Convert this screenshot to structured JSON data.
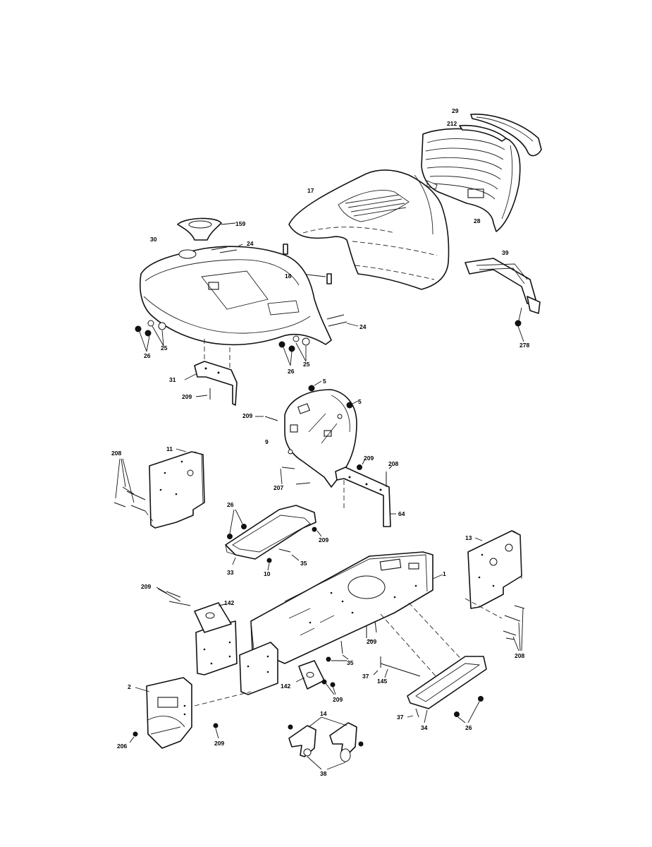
{
  "diagram": {
    "callouts": [
      {
        "id": "c29",
        "text": "29"
      },
      {
        "id": "c212",
        "text": "212"
      },
      {
        "id": "c17",
        "text": "17"
      },
      {
        "id": "c28",
        "text": "28"
      },
      {
        "id": "c159",
        "text": "159"
      },
      {
        "id": "c24a",
        "text": "24"
      },
      {
        "id": "c30",
        "text": "30"
      },
      {
        "id": "c18",
        "text": "18"
      },
      {
        "id": "c39",
        "text": "39"
      },
      {
        "id": "c24b",
        "text": "24"
      },
      {
        "id": "c278",
        "text": "278"
      },
      {
        "id": "c26a",
        "text": "26"
      },
      {
        "id": "c25a",
        "text": "25"
      },
      {
        "id": "c26b",
        "text": "26"
      },
      {
        "id": "c25b",
        "text": "25"
      },
      {
        "id": "c31",
        "text": "31"
      },
      {
        "id": "c209a",
        "text": "209"
      },
      {
        "id": "c5a",
        "text": "5"
      },
      {
        "id": "c5b",
        "text": "5"
      },
      {
        "id": "c209b",
        "text": "209"
      },
      {
        "id": "c9",
        "text": "9"
      },
      {
        "id": "c208a",
        "text": "208"
      },
      {
        "id": "c11",
        "text": "11"
      },
      {
        "id": "c209c",
        "text": "209"
      },
      {
        "id": "c208b",
        "text": "208"
      },
      {
        "id": "c207",
        "text": "207"
      },
      {
        "id": "c64",
        "text": "64"
      },
      {
        "id": "c26c",
        "text": "26"
      },
      {
        "id": "c209d",
        "text": "209"
      },
      {
        "id": "c35a",
        "text": "35"
      },
      {
        "id": "c33",
        "text": "33"
      },
      {
        "id": "c10",
        "text": "10"
      },
      {
        "id": "c13",
        "text": "13"
      },
      {
        "id": "c1",
        "text": "1"
      },
      {
        "id": "c209e",
        "text": "209"
      },
      {
        "id": "c142a",
        "text": "142"
      },
      {
        "id": "c209f",
        "text": "209"
      },
      {
        "id": "c35b",
        "text": "35"
      },
      {
        "id": "c37a",
        "text": "37"
      },
      {
        "id": "c145",
        "text": "145"
      },
      {
        "id": "c208c",
        "text": "208"
      },
      {
        "id": "c142b",
        "text": "142"
      },
      {
        "id": "c209g",
        "text": "209"
      },
      {
        "id": "c2",
        "text": "2"
      },
      {
        "id": "c37b",
        "text": "37"
      },
      {
        "id": "c34",
        "text": "34"
      },
      {
        "id": "c26d",
        "text": "26"
      },
      {
        "id": "c14",
        "text": "14"
      },
      {
        "id": "c206",
        "text": "206"
      },
      {
        "id": "c209h",
        "text": "209"
      },
      {
        "id": "c38",
        "text": "38"
      }
    ]
  }
}
